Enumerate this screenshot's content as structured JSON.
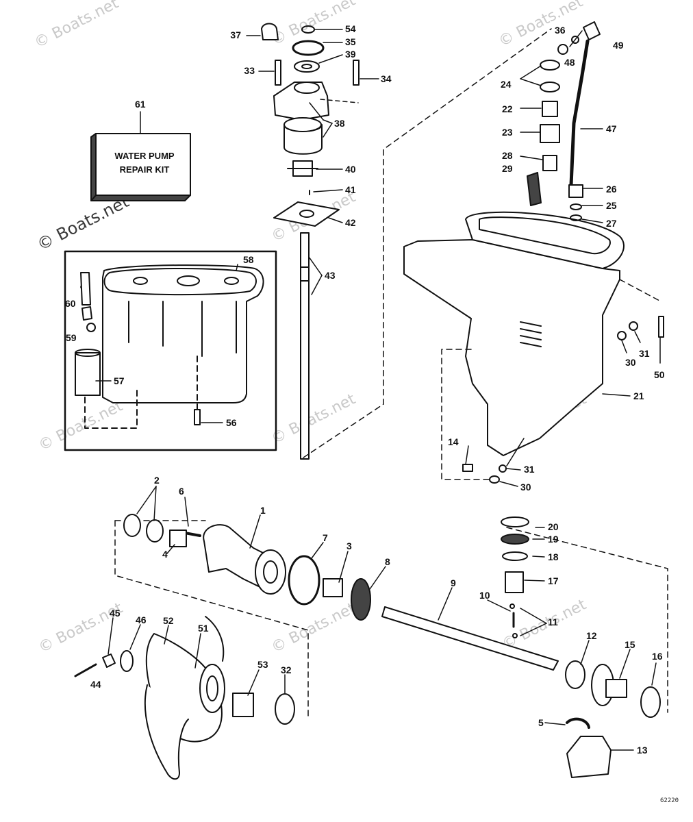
{
  "diagram": {
    "kit_label_line1": "WATER PUMP",
    "kit_label_line2": "REPAIR KIT",
    "drawing_code": "62220",
    "watermark": "© Boats.net",
    "part_numbers": [
      "1",
      "2",
      "3",
      "4",
      "5",
      "6",
      "7",
      "8",
      "9",
      "10",
      "11",
      "12",
      "13",
      "14",
      "15",
      "16",
      "17",
      "18",
      "19",
      "20",
      "21",
      "22",
      "23",
      "24",
      "25",
      "26",
      "27",
      "28",
      "29",
      "30",
      "31",
      "32",
      "33",
      "34",
      "35",
      "36",
      "37",
      "38",
      "39",
      "40",
      "41",
      "42",
      "43",
      "44",
      "45",
      "46",
      "47",
      "48",
      "49",
      "50",
      "51",
      "52",
      "53",
      "54",
      "56",
      "57",
      "58",
      "59",
      "60",
      "61"
    ]
  }
}
